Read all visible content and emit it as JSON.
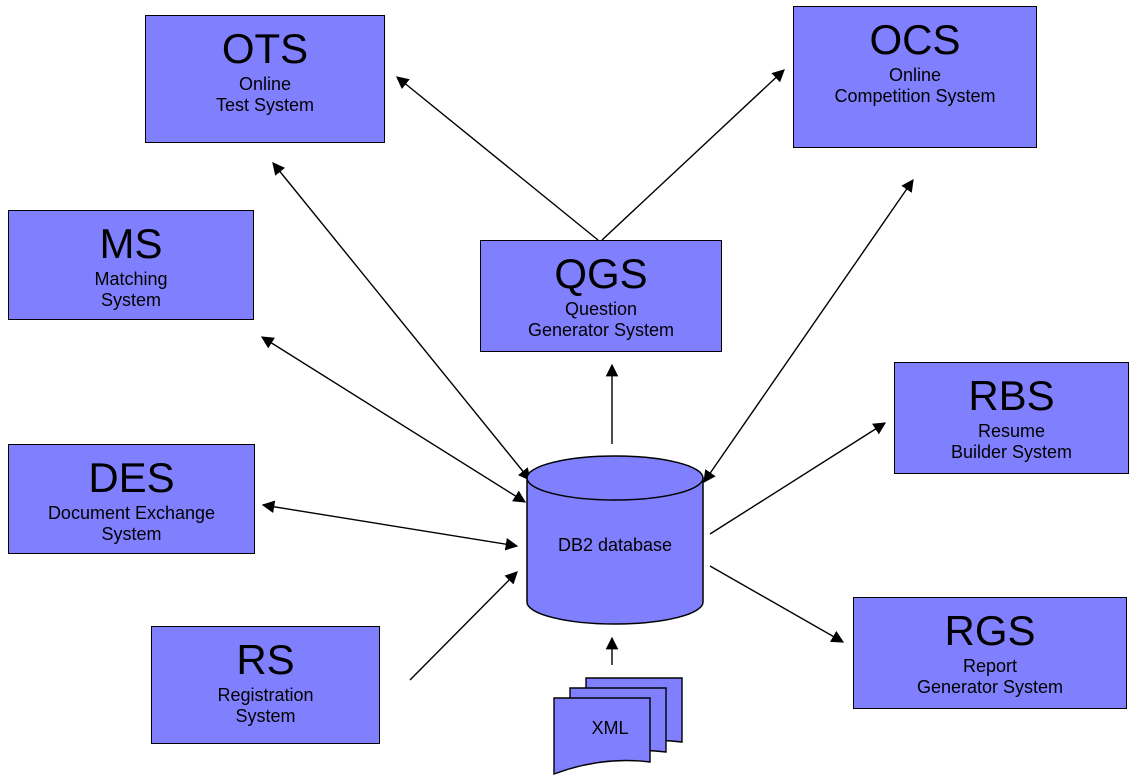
{
  "systems": {
    "ots": {
      "abbr": "OTS",
      "full": "Online\nTest System"
    },
    "ocs": {
      "abbr": "OCS",
      "full": "Online\nCompetition System"
    },
    "ms": {
      "abbr": "MS",
      "full": "Matching\nSystem"
    },
    "qgs": {
      "abbr": "QGS",
      "full": "Question\nGenerator System"
    },
    "rbs": {
      "abbr": "RBS",
      "full": "Resume\nBuilder System"
    },
    "des": {
      "abbr": "DES",
      "full": "Document Exchange\nSystem"
    },
    "rs": {
      "abbr": "RS",
      "full": "Registration\nSystem"
    },
    "rgs": {
      "abbr": "RGS",
      "full": "Report\nGenerator System"
    }
  },
  "database": {
    "label": "DB2 database"
  },
  "documents": {
    "label": "XML"
  },
  "colors": {
    "box_fill": "#8080ff",
    "stroke": "#000000",
    "background": "#ffffff"
  }
}
